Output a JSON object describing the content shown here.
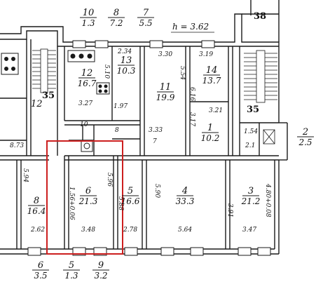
{
  "highlight_color": "#cc1f1f",
  "ink_color": "#1a1a1a",
  "ceiling_height": "h = 3.62",
  "rooms": [
    {
      "id": "10",
      "num": "10",
      "area": "1.3"
    },
    {
      "id": "8top",
      "num": "8",
      "area": "7.2"
    },
    {
      "id": "7",
      "num": "7",
      "area": "5.5"
    },
    {
      "id": "12",
      "num": "12",
      "area": "16.7"
    },
    {
      "id": "13",
      "num": "13",
      "area": "10.3"
    },
    {
      "id": "11",
      "num": "11",
      "area": "19.9"
    },
    {
      "id": "14",
      "num": "14",
      "area": "13.7"
    },
    {
      "id": "1",
      "num": "1",
      "area": "10.2"
    },
    {
      "id": "2",
      "num": "2",
      "area": "2.5"
    },
    {
      "id": "6",
      "num": "6",
      "area": "21.3"
    },
    {
      "id": "5",
      "num": "5",
      "area": "16.6"
    },
    {
      "id": "4",
      "num": "4",
      "area": "33.3"
    },
    {
      "id": "3",
      "num": "3",
      "area": "21.2"
    },
    {
      "id": "8",
      "num": "8",
      "area": "16.4"
    },
    {
      "id": "6b",
      "num": "6",
      "area": "3.5"
    },
    {
      "id": "5b",
      "num": "5",
      "area": "1.3"
    },
    {
      "id": "9",
      "num": "9",
      "area": "3.2"
    }
  ],
  "small_labels": {
    "stair_38": "38",
    "stair_35_right": "35",
    "stair_35_left": "35",
    "stair_12": "12",
    "wc_10": "10",
    "room_8_mid": "8",
    "room_7_mid": "7"
  },
  "dimensions": {
    "d_2_34": "2.34",
    "d_3_30": "3.30",
    "d_3_19": "3.19",
    "d_5_10": "5.10",
    "d_3_27": "3.27",
    "d_1_97": "1.97",
    "d_5_54": "5.54",
    "d_6_16": "6.16",
    "d_3_21": "3.21",
    "d_3_33": "3.33",
    "d_3_17": "3.17",
    "d_1_54": "1.54",
    "d_2_1": "2.1",
    "d_8_73": "8.73",
    "d_5_94": "5.94",
    "d_2_62": "2.62",
    "d_3_48": "3.48",
    "d_5_96": "5.96",
    "d_2_78": "2.78",
    "d_5_90": "5.90",
    "d_5_64": "5.64",
    "d_3_91": "3.91",
    "d_3_47": "3.47",
    "d_1_56": "1.56+0.06",
    "d_5_88": "5.88",
    "d_4_80": "4.80+0.08"
  }
}
